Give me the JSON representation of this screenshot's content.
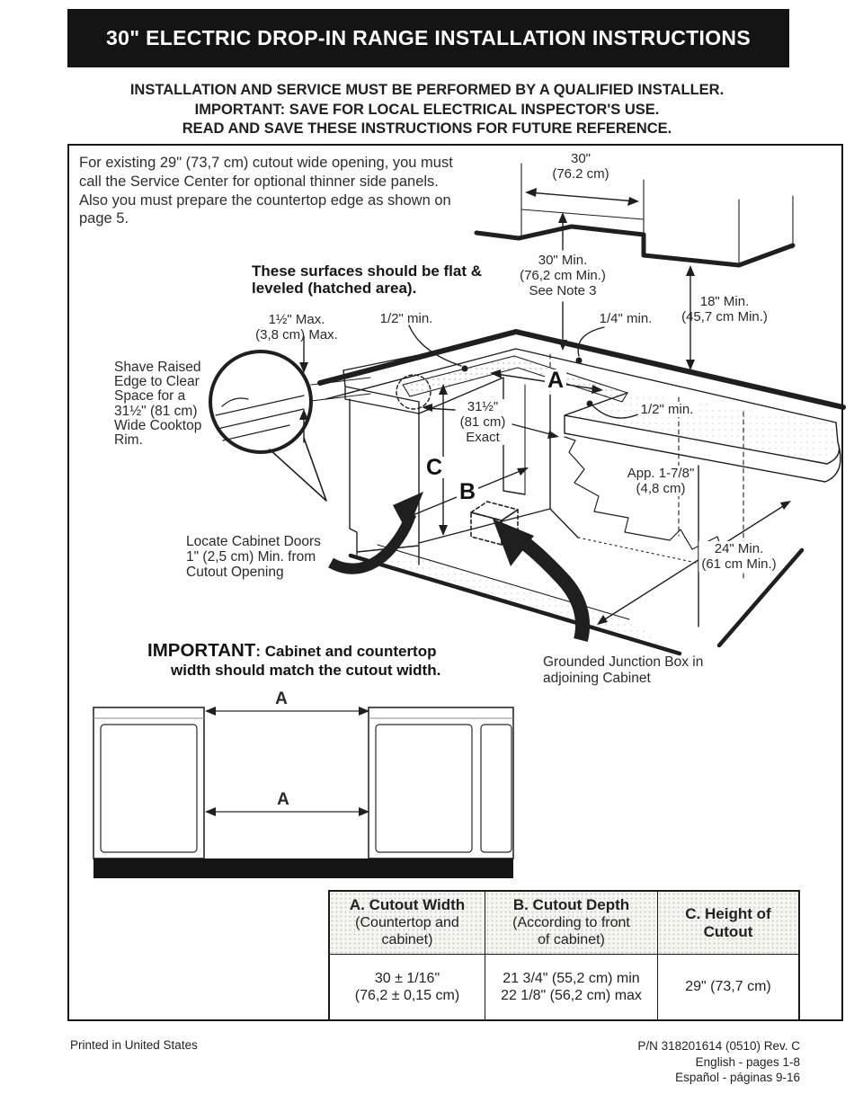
{
  "title_bar": {
    "text": "30\" ELECTRIC DROP-IN RANGE INSTALLATION INSTRUCTIONS"
  },
  "notice_lines": [
    "INSTALLATION AND SERVICE MUST BE PERFORMED BY A QUALIFIED INSTALLER.",
    "IMPORTANT: SAVE FOR LOCAL ELECTRICAL INSPECTOR'S USE.",
    "READ AND SAVE THESE INSTRUCTIONS FOR FUTURE REFERENCE."
  ],
  "intro_paragraph": "For existing 29\" (73,7 cm) cutout wide opening, you must call the Service Center for optional thinner side panels. Also you must prepare the countertop edge as shown on page 5.",
  "diagram": {
    "surfaces_note": [
      "These surfaces  should be flat &",
      "leveled (hatched area)."
    ],
    "dim_30": [
      "30\"",
      "(76.2 cm)"
    ],
    "dim_30_min": [
      "30\" Min.",
      "(76,2 cm Min.)",
      "See Note 3"
    ],
    "dim_18_min": [
      "18\" Min.",
      "(45,7 cm Min.)"
    ],
    "dim_1_5_max": [
      "1½\" Max.",
      "(3,8 cm) Max."
    ],
    "dim_half_min_left": "1/2\" min.",
    "dim_quarter_min": "1/4\" min.",
    "dim_half_min_right": "1/2\" min.",
    "shave_note": [
      "Shave Raised",
      "Edge to Clear",
      "Space for a",
      "31½\" (81 cm)",
      "Wide Cooktop",
      "Rim."
    ],
    "dim_31_5_exact": [
      "31½\"",
      "(81 cm)",
      "Exact"
    ],
    "label_a": "A",
    "label_b": "B",
    "label_c": "C",
    "dim_app_1_7_8": [
      "App. 1-7/8\"",
      "(4,8 cm)"
    ],
    "cabinet_doors_note": [
      "Locate Cabinet Doors",
      "1\" (2,5 cm) Min. from",
      "Cutout Opening"
    ],
    "dim_24_min": [
      "24\" Min.",
      "(61 cm Min.)"
    ],
    "junction_box_note": [
      "Grounded Junction Box in",
      "adjoining Cabinet"
    ]
  },
  "important_note": {
    "keyword": "IMPORTANT",
    "line1_rest": ": Cabinet and countertop",
    "line2": "width should match the cutout width."
  },
  "lower_diagram": {
    "label_a_top": "A",
    "label_a_mid": "A"
  },
  "spec_table": {
    "columns": [
      {
        "title_lines": [
          "A. Cutout Width"
        ],
        "subtitle": [
          "(Countertop and",
          "cabinet)"
        ]
      },
      {
        "title_lines": [
          "B. Cutout Depth"
        ],
        "subtitle": [
          "(According to front",
          "of cabinet)"
        ]
      },
      {
        "title_lines": [
          "C. Height of",
          "Cutout"
        ],
        "subtitle": []
      }
    ],
    "row": {
      "a": [
        "30 ± 1/16\"",
        "(76,2 ± 0,15 cm)"
      ],
      "b": [
        "21 3/4\" (55,2 cm) min",
        "22 1/8\" (56,2 cm) max"
      ],
      "c": [
        "29\" (73,7 cm)"
      ]
    }
  },
  "footer": {
    "left": "Printed in United States",
    "right_lines": [
      "P/N 318201614 (0510) Rev. C",
      "English - pages 1-8",
      "Español - páginas 9-16"
    ]
  }
}
